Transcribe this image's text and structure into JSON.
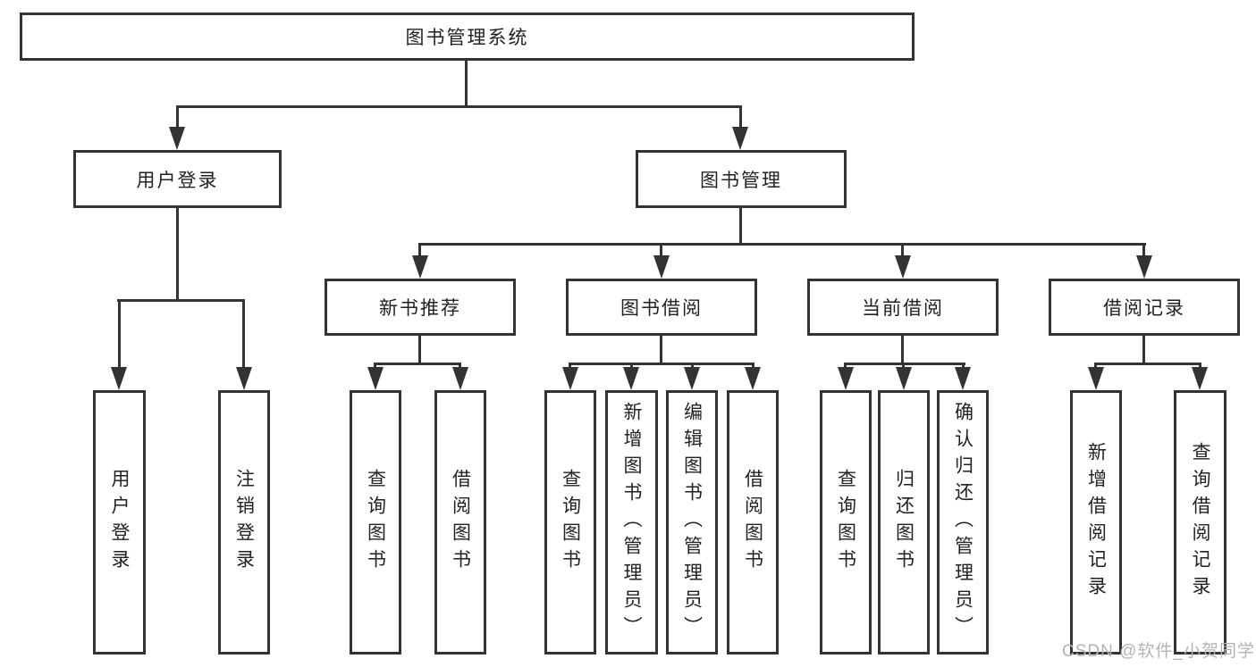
{
  "diagram_type": "hierarchy-tree",
  "colors": {
    "line": "#333333",
    "box_border": "#333333",
    "box_fill": "#ffffff",
    "text": "#222222",
    "watermark": "#b3b3b3",
    "background": "#ffffff"
  },
  "tree": {
    "root": "图书管理系统",
    "level2": [
      {
        "label": "用户登录",
        "children": [
          "用户登录",
          "注销登录"
        ]
      },
      {
        "label": "图书管理",
        "subgroups": [
          {
            "label": "新书推荐",
            "children": [
              "查询图书",
              "借阅图书"
            ]
          },
          {
            "label": "图书借阅",
            "children": [
              "查询图书",
              "新增图书（管理员）",
              "编辑图书（管理员）",
              "借阅图书"
            ]
          },
          {
            "label": "当前借阅",
            "children": [
              "查询图书",
              "归还图书",
              "确认归还（管理员）"
            ]
          },
          {
            "label": "借阅记录",
            "children": [
              "新增借阅记录",
              "查询借阅记录"
            ]
          }
        ]
      }
    ]
  },
  "watermark": "CSDN @软件_小贺同学"
}
